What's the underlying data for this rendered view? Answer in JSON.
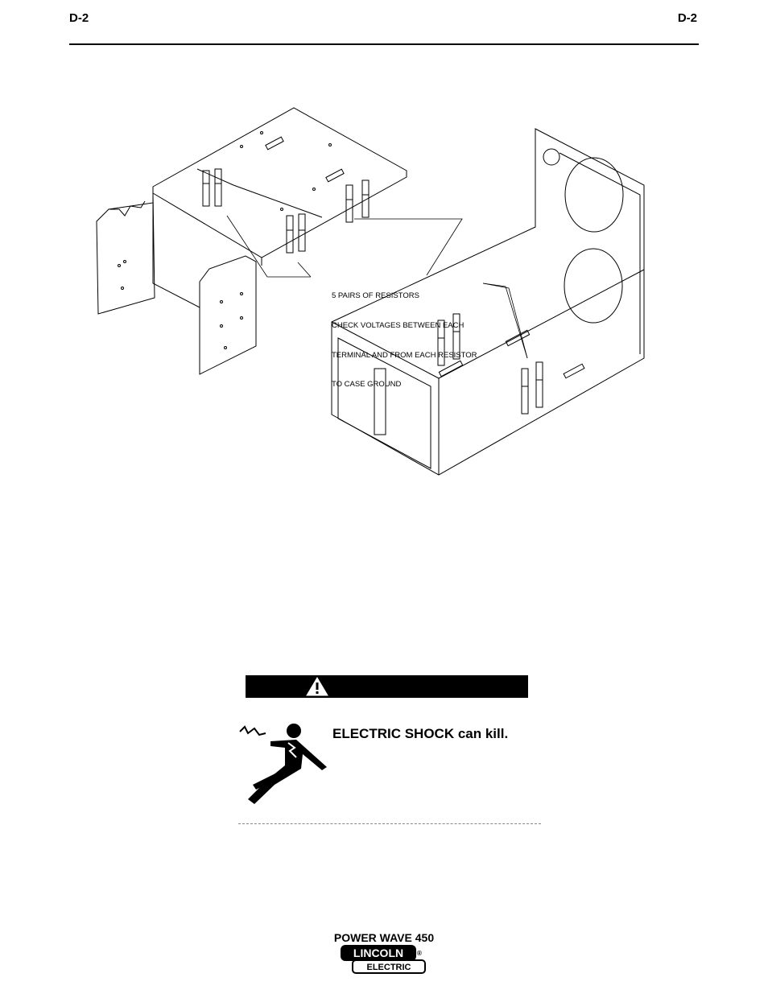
{
  "header": {
    "page_left": "D-2",
    "page_right": "D-2"
  },
  "figure": {
    "callout_lines": [
      "5 PAIRS OF RESISTORS",
      "CHECK VOLTAGES BETWEEN EACH",
      "TERMINAL AND FROM EACH RESISTOR",
      "TO CASE GROUND"
    ]
  },
  "warning": {
    "icon": "warning-triangle-icon",
    "hazard_icon": "electric-shock-person-icon",
    "text": "ELECTRIC SHOCK can kill."
  },
  "footer": {
    "product": "POWER WAVE 450",
    "logo_top": "LINCOLN",
    "logo_bottom": "ELECTRIC",
    "registered": "®"
  }
}
